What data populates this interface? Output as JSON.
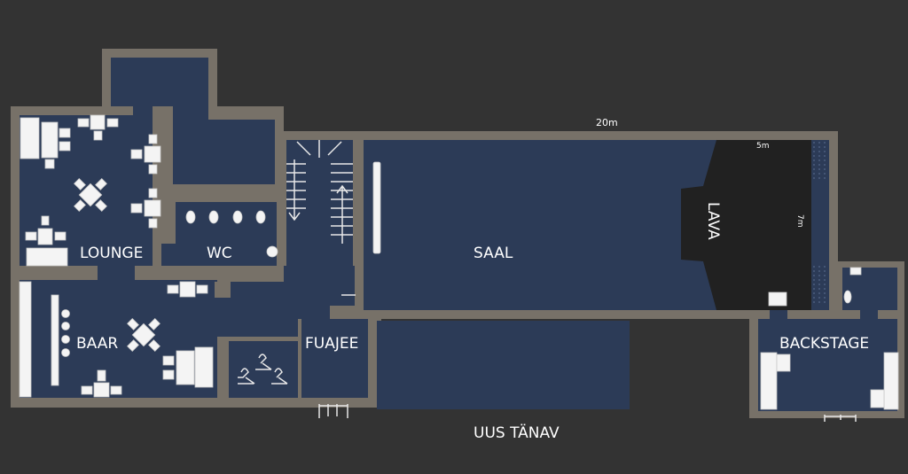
{
  "plan": {
    "rooms": {
      "lounge": "LOUNGE",
      "wc": "WC",
      "baar": "BAAR",
      "fuajee": "FUAJEE",
      "saal": "SAAL",
      "lava": "LAVA",
      "backstage": "BACKSTAGE",
      "street": "UUS TÄNAV"
    },
    "dimensions": {
      "hall_length": "20m",
      "stage_depth": "5m",
      "stage_width": "7m"
    },
    "colors": {
      "background": "#333333",
      "wall": "#777168",
      "floor": "#2c3b57",
      "stage": "#212121",
      "furniture": "#f4f4f4"
    }
  }
}
